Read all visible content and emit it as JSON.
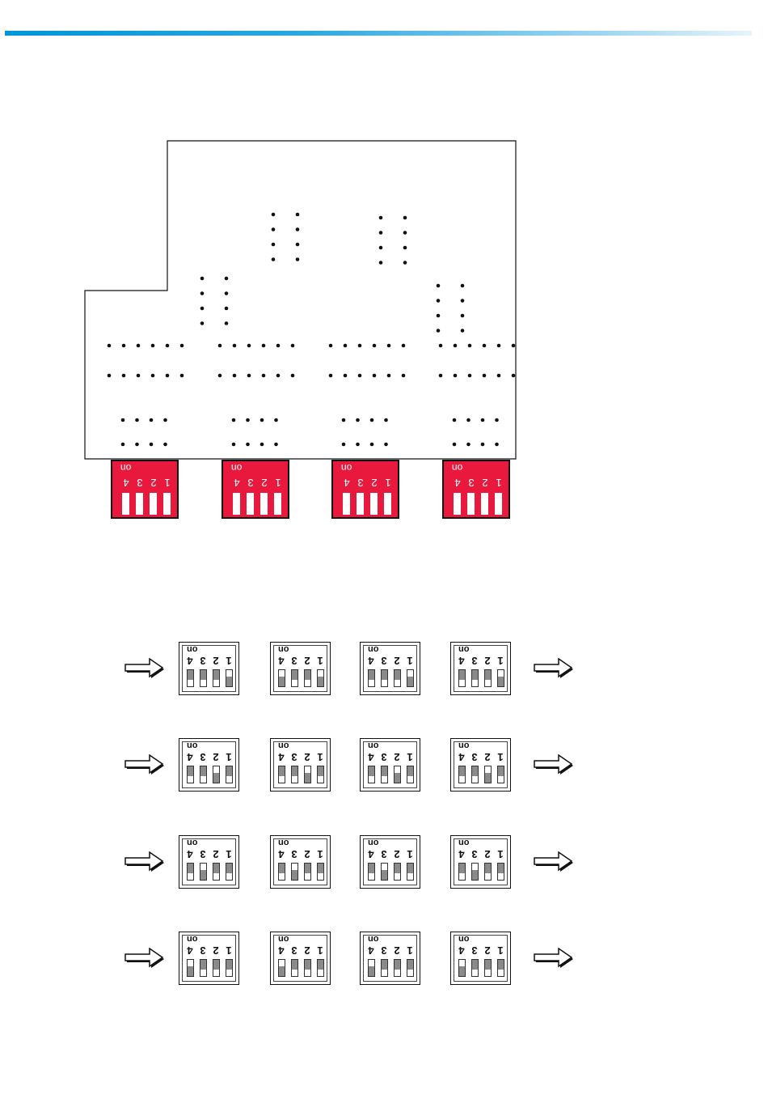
{
  "header": {
    "accent_color": "#0095d9"
  },
  "board": {
    "switch_color": "#e8193c",
    "switches": [
      {
        "on_label": "on",
        "numbers": [
          "1",
          "2",
          "3",
          "4"
        ]
      },
      {
        "on_label": "on",
        "numbers": [
          "1",
          "2",
          "3",
          "4"
        ]
      },
      {
        "on_label": "on",
        "numbers": [
          "1",
          "2",
          "3",
          "4"
        ]
      },
      {
        "on_label": "on",
        "numbers": [
          "1",
          "2",
          "3",
          "4"
        ]
      }
    ]
  },
  "settings": {
    "on_label": "on",
    "numbers": [
      "1",
      "2",
      "3",
      "4"
    ],
    "rows": [
      [
        [
          "off",
          "on",
          "on",
          "on"
        ],
        [
          "off",
          "on",
          "on",
          "off"
        ],
        [
          "off",
          "on",
          "on",
          "on"
        ],
        [
          "off",
          "on",
          "on",
          "on"
        ]
      ],
      [
        [
          "on",
          "off",
          "on",
          "on"
        ],
        [
          "on",
          "off",
          "on",
          "on"
        ],
        [
          "on",
          "off",
          "on",
          "on"
        ],
        [
          "on",
          "off",
          "on",
          "on"
        ]
      ],
      [
        [
          "on",
          "on",
          "off",
          "on"
        ],
        [
          "on",
          "on",
          "off",
          "on"
        ],
        [
          "on",
          "on",
          "off",
          "on"
        ],
        [
          "on",
          "on",
          "off",
          "on"
        ]
      ],
      [
        [
          "on",
          "on",
          "on",
          "off"
        ],
        [
          "on",
          "on",
          "on",
          "off"
        ],
        [
          "on",
          "on",
          "on",
          "off"
        ],
        [
          "on",
          "on",
          "on",
          "off"
        ]
      ]
    ]
  }
}
